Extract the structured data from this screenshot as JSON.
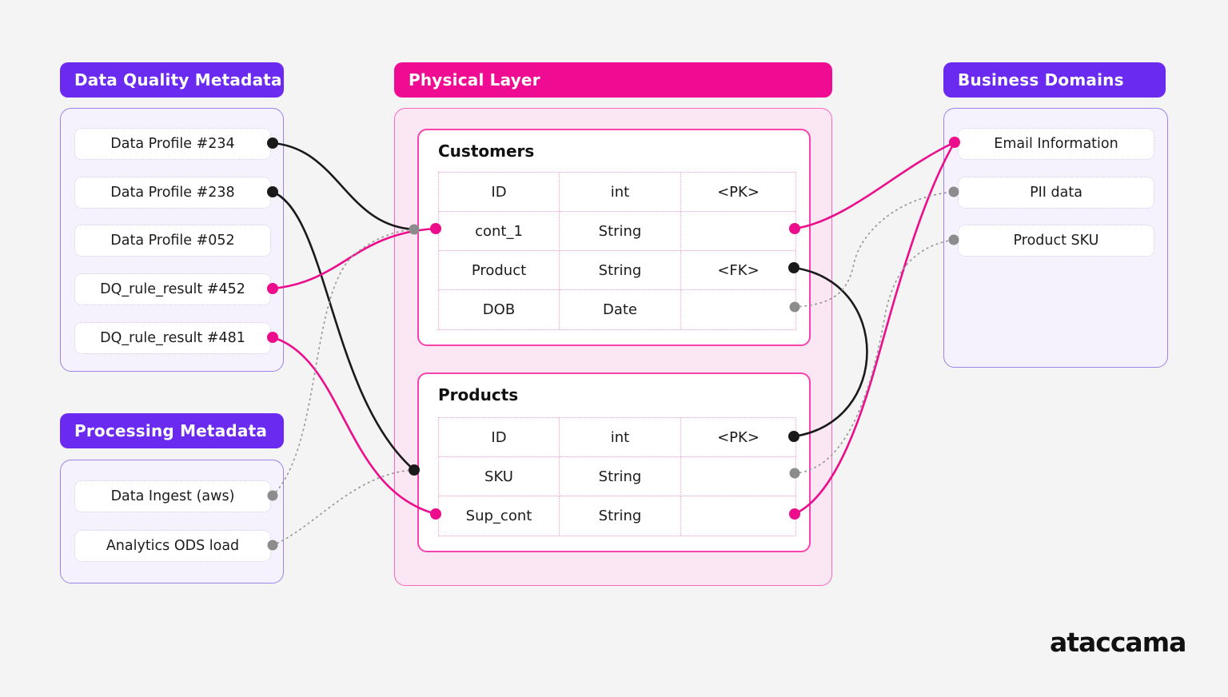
{
  "colors": {
    "purple": "#6B2AEF",
    "pink": "#EF0B92",
    "line_black": "#1A1A1A",
    "line_pink": "#EB0D8C",
    "line_gray": "#999999",
    "panel_purple_fill": "#F6F2FD",
    "panel_pink_fill": "#FBE7F4",
    "background": "#F5F4F4"
  },
  "panels": {
    "data_quality": {
      "title": "Data Quality Metadata",
      "items": [
        "Data Profile #234",
        "Data Profile #238",
        "Data Profile #052",
        "DQ_rule_result #452",
        "DQ_rule_result #481"
      ]
    },
    "processing": {
      "title": "Processing Metadata",
      "items": [
        "Data Ingest (aws)",
        "Analytics ODS load"
      ]
    },
    "physical": {
      "title": "Physical Layer",
      "tables": [
        {
          "name": "Customers",
          "rows": [
            [
              "ID",
              "int",
              "<PK>"
            ],
            [
              "cont_1",
              "String",
              ""
            ],
            [
              "Product",
              "String",
              "<FK>"
            ],
            [
              "DOB",
              "Date",
              ""
            ]
          ]
        },
        {
          "name": "Products",
          "rows": [
            [
              "ID",
              "int",
              "<PK>"
            ],
            [
              "SKU",
              "String",
              ""
            ],
            [
              "Sup_cont",
              "String",
              ""
            ]
          ]
        }
      ]
    },
    "business_domains": {
      "title": "Business Domains",
      "items": [
        "Email Information",
        "PII data",
        "Product SKU"
      ]
    }
  },
  "connections": [
    {
      "from": "Data Profile #234",
      "to": "Customers.cont_1 (left edge)",
      "style": "solid",
      "color": "black"
    },
    {
      "from": "Data Profile #238",
      "to": "Products.SKU (left edge)",
      "style": "solid",
      "color": "black"
    },
    {
      "from": "DQ_rule_result #452",
      "to": "Customers.cont_1",
      "style": "solid",
      "color": "pink"
    },
    {
      "from": "DQ_rule_result #481",
      "to": "Products.Sup_cont",
      "style": "solid",
      "color": "pink"
    },
    {
      "from": "Customers.cont_1",
      "to": "Email Information",
      "style": "solid",
      "color": "pink"
    },
    {
      "from": "Products.Sup_cont",
      "to": "Email Information",
      "style": "solid",
      "color": "pink"
    },
    {
      "from": "Customers.Product <FK>",
      "to": "Products.ID <PK>",
      "style": "solid",
      "color": "black"
    },
    {
      "from": "Data Ingest (aws)",
      "to": "Customers.cont_1 (left edge)",
      "style": "dotted",
      "color": "gray"
    },
    {
      "from": "Analytics ODS load",
      "to": "Products.SKU (left edge)",
      "style": "dotted",
      "color": "gray"
    },
    {
      "from": "Customers.DOB",
      "to": "PII data",
      "style": "dotted",
      "color": "gray"
    },
    {
      "from": "Products.SKU",
      "to": "Product SKU",
      "style": "dotted",
      "color": "gray"
    }
  ],
  "logo": {
    "text": "ataccama"
  }
}
